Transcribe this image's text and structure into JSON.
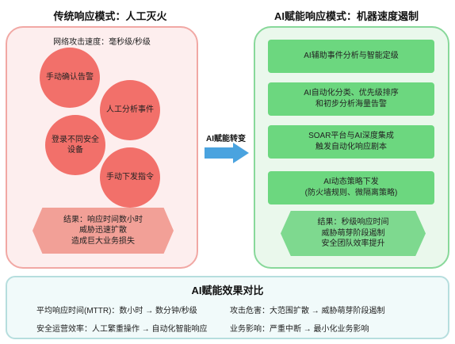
{
  "left": {
    "title": "传统响应模式：人工灭火",
    "speed_label": "网络攻击速度：毫秒级/秒级",
    "bubbles": [
      "手动确认告警",
      "人工分析事件",
      "登录不同安全设备",
      "手动下发指令"
    ],
    "result": [
      "结果：响应时间数小时",
      "威胁迅速扩散",
      "造成巨大业务损失"
    ]
  },
  "arrow": {
    "label": "AI赋能转变"
  },
  "right": {
    "title": "AI赋能响应模式：机器速度遏制",
    "steps": [
      [
        "AI辅助事件分析与智能定级"
      ],
      [
        "AI自动化分类、优先级排序",
        "和初步分析海量告警"
      ],
      [
        "SOAR平台与AI深度集成",
        "触发自动化响应剧本"
      ],
      [
        "AI动态策略下发",
        "(防火墙规则、微隔离策略)"
      ]
    ],
    "result": [
      "结果：秒级响应时间",
      "威胁萌芽阶段遏制",
      "安全团队效率提升"
    ]
  },
  "comparison": {
    "title": "AI赋能效果对比",
    "items": [
      "平均响应时间(MTTR)：数小时 → 数分钟/秒级",
      "攻击危害：大范围扩散 → 威胁萌芽阶段遏制",
      "安全运营效率：人工繁重操作 → 自动化智能响应",
      "业务影响：严重中断 → 最小化业务影响"
    ]
  },
  "colors": {
    "left_panel_border": "#f1a8a4",
    "left_panel_fill": "#fdeeee",
    "bubble": "#f2706a",
    "left_hex": "#f2a097",
    "right_panel_border": "#88d89a",
    "right_panel_fill": "#eaf8ec",
    "step": "#6cd77f",
    "right_hex": "#7ed98f",
    "arrow": "#4aa3df"
  }
}
